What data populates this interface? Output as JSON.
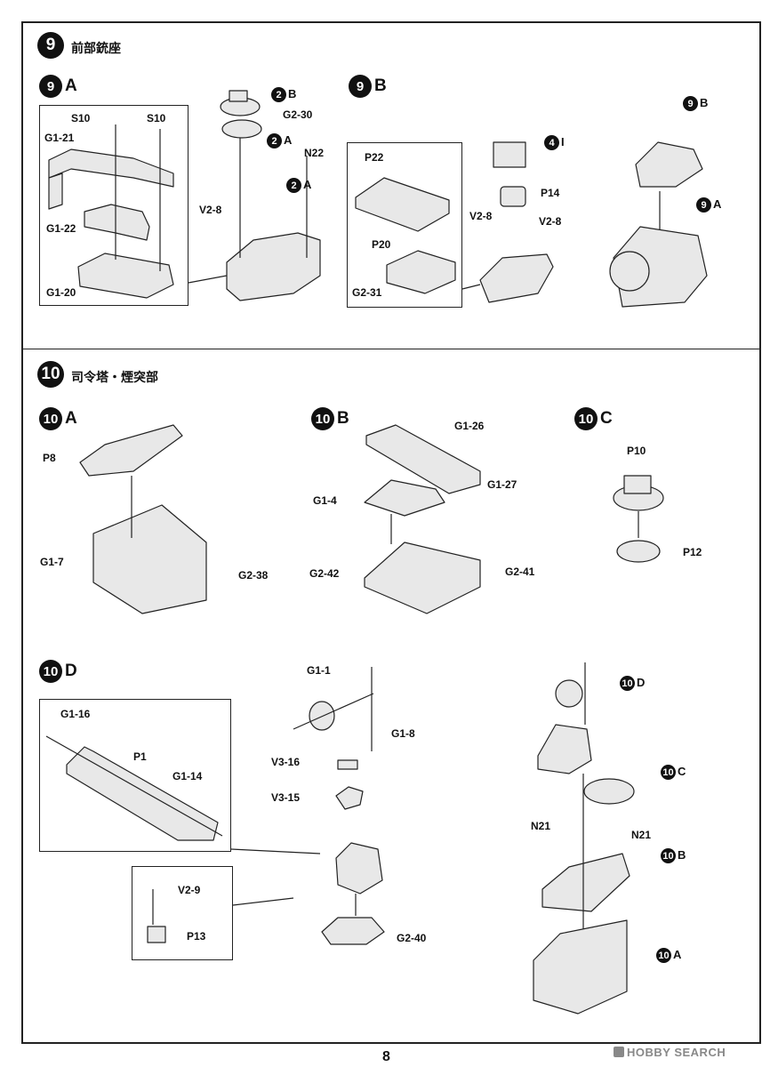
{
  "page": {
    "number": "8",
    "watermark": "HOBBY SEARCH"
  },
  "steps": [
    {
      "number": "9",
      "title": "前部銃座",
      "subs": [
        {
          "id": "9A",
          "num": "9",
          "letter": "A"
        },
        {
          "id": "9B",
          "num": "9",
          "letter": "B"
        }
      ]
    },
    {
      "number": "10",
      "title": "司令塔・煙突部",
      "subs": [
        {
          "id": "10A",
          "num": "10",
          "letter": "A"
        },
        {
          "id": "10B",
          "num": "10",
          "letter": "B"
        },
        {
          "id": "10C",
          "num": "10",
          "letter": "C"
        },
        {
          "id": "10D",
          "num": "10",
          "letter": "D"
        }
      ]
    }
  ],
  "refs": {
    "r2b_num": "2",
    "r2b_letter": "B",
    "r2a1_num": "2",
    "r2a1_letter": "A",
    "r2a2_num": "2",
    "r2a2_letter": "A",
    "r4i_num": "4",
    "r4i_letter": "I",
    "r9b_num": "9",
    "r9b_letter": "B",
    "r9a_num": "9",
    "r9a_letter": "A",
    "r10d_num": "10",
    "r10d_letter": "D",
    "r10c_num": "10",
    "r10c_letter": "C",
    "r10b_num": "10",
    "r10b_letter": "B",
    "r10a_num": "10",
    "r10a_letter": "A"
  },
  "labels": {
    "s10a": "S10",
    "s10b": "S10",
    "g1_21": "G1-21",
    "g1_22": "G1-22",
    "g1_20": "G1-20",
    "g2_30": "G2-30",
    "n22": "N22",
    "v2_8a": "V2-8",
    "p22": "P22",
    "p20": "P20",
    "g2_31": "G2-31",
    "p14": "P14",
    "v2_8b": "V2-8",
    "v2_8c": "V2-8",
    "p8": "P8",
    "g1_7": "G1-7",
    "g2_38": "G2-38",
    "g1_26": "G1-26",
    "g1_27": "G1-27",
    "g1_4": "G1-4",
    "g2_42": "G2-42",
    "g2_41": "G2-41",
    "p10": "P10",
    "p12": "P12",
    "g1_16": "G1-16",
    "p1": "P1",
    "g1_14": "G1-14",
    "v2_9": "V2-9",
    "p13": "P13",
    "g1_1": "G1-1",
    "g1_8": "G1-8",
    "v3_16": "V3-16",
    "v3_15": "V3-15",
    "g2_40": "G2-40",
    "n21a": "N21",
    "n21b": "N21"
  }
}
